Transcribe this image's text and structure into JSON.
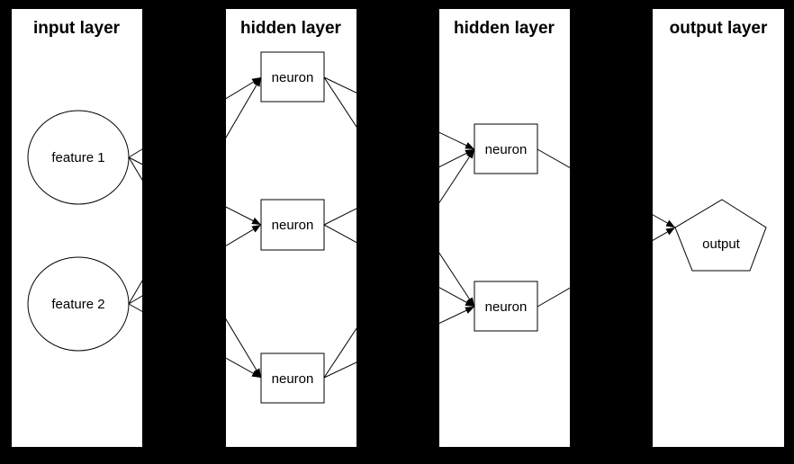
{
  "diagram": {
    "type": "neural-network-layer-diagram",
    "colors": {
      "background": "#000000",
      "panel": "#ffffff",
      "stroke": "#000000",
      "text": "#000000"
    },
    "panels": [
      {
        "title": "input layer",
        "nodes": [
          {
            "id": "feature-1",
            "label": "feature 1",
            "shape": "ellipse"
          },
          {
            "id": "feature-2",
            "label": "feature 2",
            "shape": "ellipse"
          }
        ]
      },
      {
        "title": "hidden layer",
        "nodes": [
          {
            "id": "h1-neuron-1",
            "label": "neuron",
            "shape": "box"
          },
          {
            "id": "h1-neuron-2",
            "label": "neuron",
            "shape": "box"
          },
          {
            "id": "h1-neuron-3",
            "label": "neuron",
            "shape": "box"
          }
        ]
      },
      {
        "title": "hidden layer",
        "nodes": [
          {
            "id": "h2-neuron-1",
            "label": "neuron",
            "shape": "box"
          },
          {
            "id": "h2-neuron-2",
            "label": "neuron",
            "shape": "box"
          }
        ]
      },
      {
        "title": "output layer",
        "nodes": [
          {
            "id": "output",
            "label": "output",
            "shape": "pentagon"
          }
        ]
      }
    ],
    "edges": [
      {
        "from": "feature-1",
        "to": "h1-neuron-1"
      },
      {
        "from": "feature-1",
        "to": "h1-neuron-2"
      },
      {
        "from": "feature-1",
        "to": "h1-neuron-3"
      },
      {
        "from": "feature-2",
        "to": "h1-neuron-1"
      },
      {
        "from": "feature-2",
        "to": "h1-neuron-2"
      },
      {
        "from": "feature-2",
        "to": "h1-neuron-3"
      },
      {
        "from": "h1-neuron-1",
        "to": "h2-neuron-1"
      },
      {
        "from": "h1-neuron-1",
        "to": "h2-neuron-2"
      },
      {
        "from": "h1-neuron-2",
        "to": "h2-neuron-1"
      },
      {
        "from": "h1-neuron-2",
        "to": "h2-neuron-2"
      },
      {
        "from": "h1-neuron-3",
        "to": "h2-neuron-1"
      },
      {
        "from": "h1-neuron-3",
        "to": "h2-neuron-2"
      },
      {
        "from": "h2-neuron-1",
        "to": "output"
      },
      {
        "from": "h2-neuron-2",
        "to": "output"
      }
    ]
  }
}
